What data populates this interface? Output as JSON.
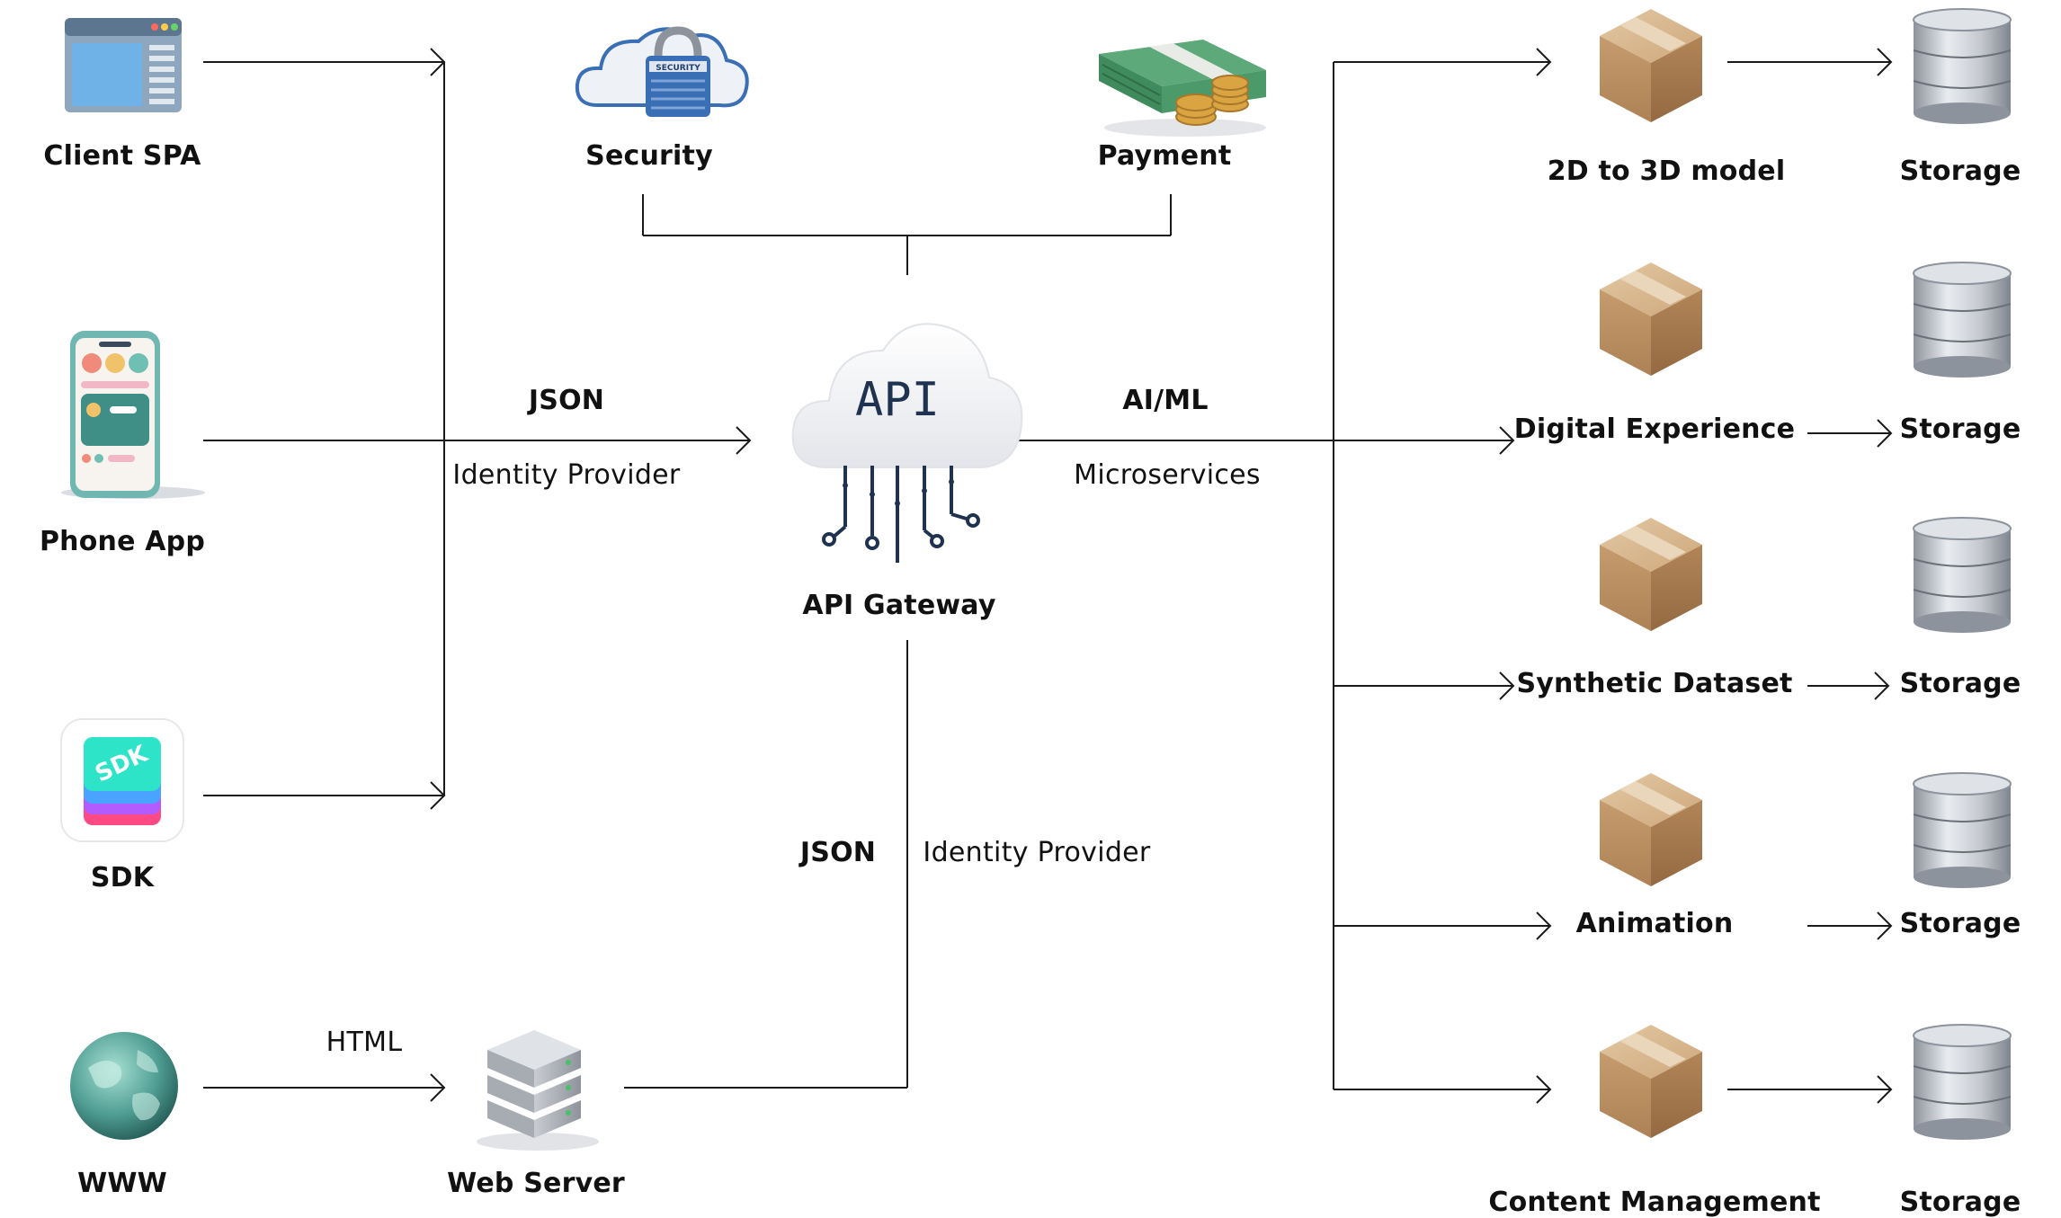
{
  "sources": {
    "client_spa": "Client SPA",
    "phone_app": "Phone App",
    "sdk": "SDK",
    "www": "WWW",
    "sdk_icon_text": "SDK"
  },
  "top_services": {
    "security": "Security",
    "security_badge": "SECURITY",
    "payment": "Payment"
  },
  "gateway": {
    "name": "API Gateway",
    "cloud_text": "API"
  },
  "edges": {
    "left_format": "JSON",
    "left_auth": "Identity Provider",
    "right_format": "AI/ML",
    "right_kind": "Microservices",
    "bottom_format": "JSON",
    "bottom_auth": "Identity Provider",
    "html": "HTML"
  },
  "web_server": "Web Server",
  "microservices": [
    "2D to 3D model",
    "Digital Experience",
    "Synthetic Dataset",
    "Animation",
    "Content Management"
  ],
  "storage_label": "Storage",
  "icons": {
    "client_spa": "browser-window-icon",
    "phone_app": "smartphone-icon",
    "sdk": "sdk-stack-icon",
    "www": "globe-icon",
    "security": "cloud-lock-icon",
    "payment": "cash-coins-icon",
    "gateway": "api-cloud-icon",
    "web_server": "server-rack-icon",
    "microservice": "cardboard-box-icon",
    "storage": "database-cylinder-icon"
  },
  "colors": {
    "line": "#1a1a1a",
    "box": "#c9a27a",
    "db": "#b9bdc4",
    "sdk_gradient": [
      "#2de3c8",
      "#4aa3ff",
      "#b25cff",
      "#ff4a86"
    ],
    "globe": "#3f8f86"
  }
}
